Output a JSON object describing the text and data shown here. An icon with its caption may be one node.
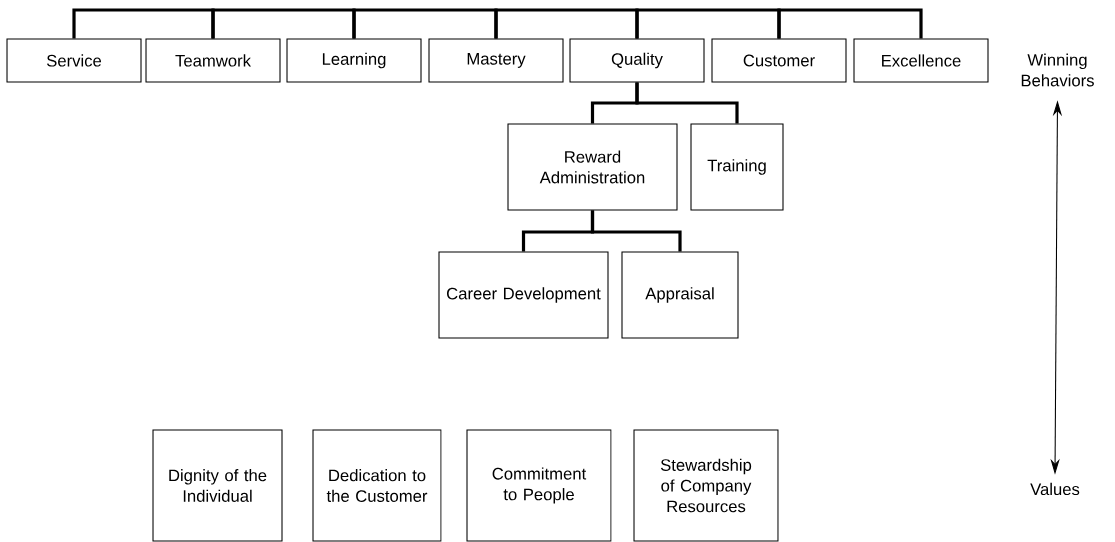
{
  "diagram": {
    "nodes": [
      {
        "text": [
          "Service"
        ]
      },
      {
        "text": [
          "Teamwork"
        ]
      },
      {
        "text": [
          "Learning"
        ]
      },
      {
        "text": [
          "Mastery"
        ]
      },
      {
        "text": [
          "Quality"
        ]
      },
      {
        "text": [
          "Customer"
        ]
      },
      {
        "text": [
          "Excellence"
        ]
      },
      {
        "text": [
          "Reward Administration"
        ]
      },
      {
        "text": [
          "Training"
        ]
      },
      {
        "text": [
          "Career Development"
        ]
      },
      {
        "text": [
          "Appraisal"
        ]
      },
      {
        "text": [
          "Dignity of the Individual"
        ]
      },
      {
        "text": [
          "Dedication to the Customer"
        ]
      },
      {
        "text": [
          "Commitment to People"
        ]
      },
      {
        "text": [
          "Stewardship of Company Resources"
        ]
      },
      {
        "text": [
          "Winning Behaviors"
        ]
      },
      {
        "text": [
          "Values"
        ]
      }
    ],
    "edges": [
      {
        "from": 0,
        "to": 1,
        "arrow": "none"
      },
      {
        "from": 1,
        "to": 2,
        "arrow": "none"
      },
      {
        "from": 2,
        "to": 3,
        "arrow": "none"
      },
      {
        "from": 3,
        "to": 4,
        "arrow": "none"
      },
      {
        "from": 4,
        "to": 5,
        "arrow": "none"
      },
      {
        "from": 5,
        "to": 6,
        "arrow": "none"
      },
      {
        "from": 4,
        "to": 7,
        "arrow": "none"
      },
      {
        "from": 4,
        "to": 8,
        "arrow": "none"
      },
      {
        "from": 7,
        "to": 9,
        "arrow": "none"
      },
      {
        "from": 7,
        "to": 10,
        "arrow": "none"
      },
      {
        "from": 15,
        "to": 16,
        "arrow": "both"
      }
    ]
  }
}
